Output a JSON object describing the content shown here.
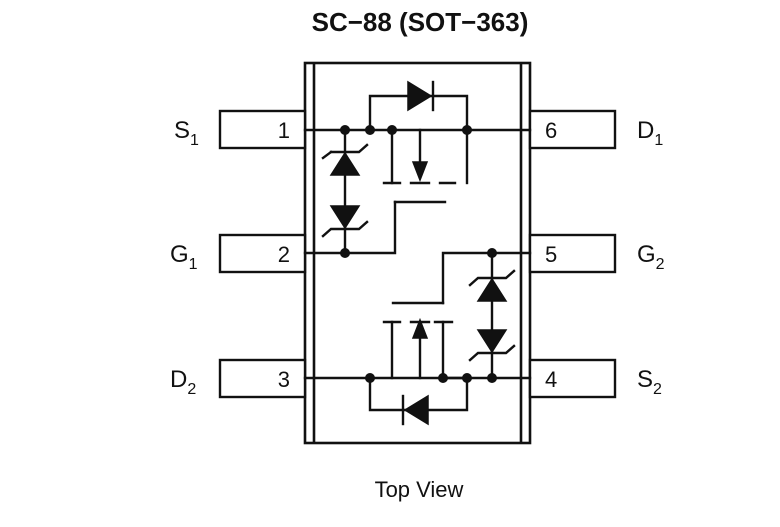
{
  "title": "SC−88 (SOT−363)",
  "caption": "Top View",
  "pins": [
    {
      "num": "1",
      "name": "S",
      "sub": "1"
    },
    {
      "num": "2",
      "name": "G",
      "sub": "1"
    },
    {
      "num": "3",
      "name": "D",
      "sub": "2"
    },
    {
      "num": "4",
      "name": "S",
      "sub": "2"
    },
    {
      "num": "5",
      "name": "G",
      "sub": "2"
    },
    {
      "num": "6",
      "name": "D",
      "sub": "1"
    }
  ]
}
